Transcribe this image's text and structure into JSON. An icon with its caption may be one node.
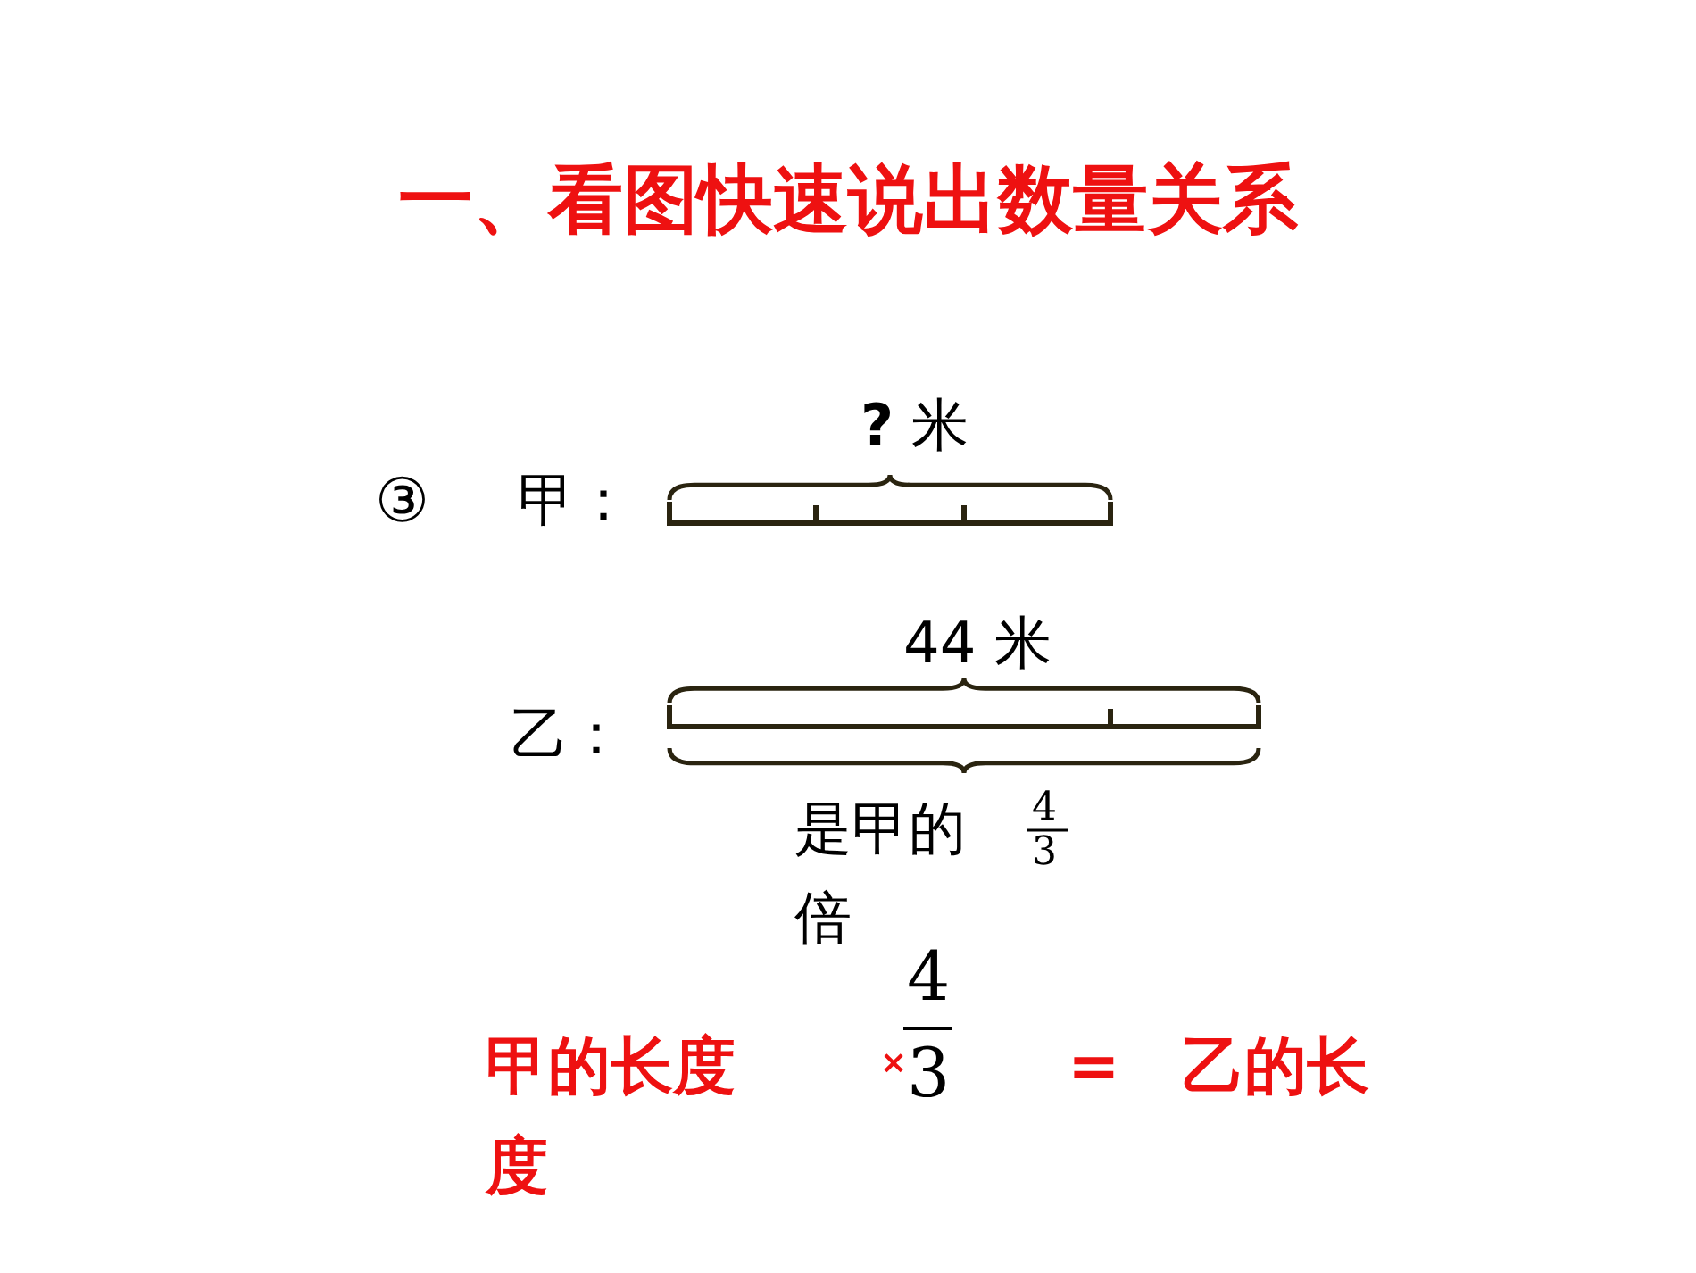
{
  "diagram": {
    "title": "一、看图快速说出数量关系",
    "labels": [
      "③",
      "甲：",
      "**?** 米",
      "44 米",
      "乙：",
      "是甲的",
      "4",
      "3",
      "倍",
      "甲的长度",
      "×",
      "4",
      "3",
      "=",
      "乙的长度"
    ]
  }
}
